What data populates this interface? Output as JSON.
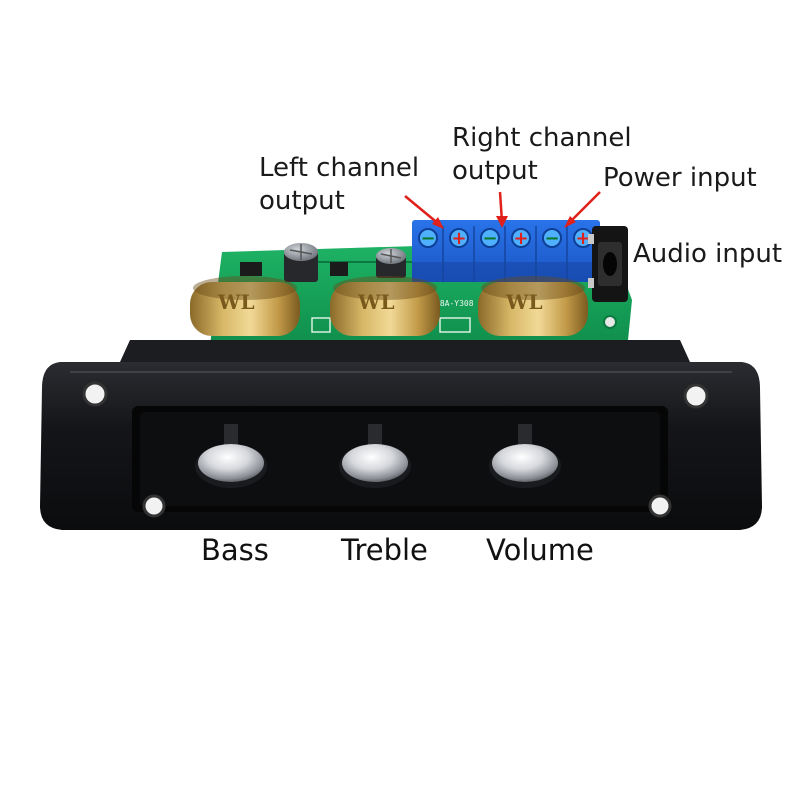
{
  "callouts": {
    "left_channel_line1": "Left channel",
    "left_channel_line2": "output",
    "right_channel_line1": "Right channel",
    "right_channel_line2": "output",
    "power_input": "Power input",
    "audio_input": "Audio input"
  },
  "knobs": {
    "bass": "Bass",
    "treble": "Treble",
    "volume": "Volume"
  },
  "pcb": {
    "pot_marking": "WL",
    "silkscreen": "98A-Y308"
  },
  "terminal_polarity": [
    "−",
    "+",
    "−",
    "+",
    "−",
    "+"
  ],
  "colors": {
    "pcb_green": "#17a35a",
    "terminal_blue": "#1f63d8",
    "faceplate": "#15161a",
    "arrow_red": "#e0201a"
  }
}
